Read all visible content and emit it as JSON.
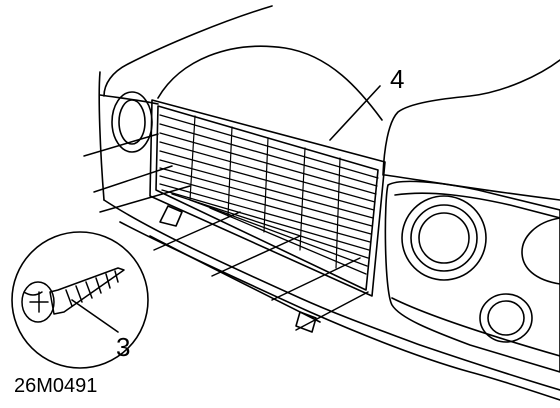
{
  "diagram": {
    "callouts": [
      {
        "id": "grille",
        "label": "4"
      },
      {
        "id": "screw",
        "label": "3"
      }
    ],
    "reference_code": "26M0491"
  }
}
